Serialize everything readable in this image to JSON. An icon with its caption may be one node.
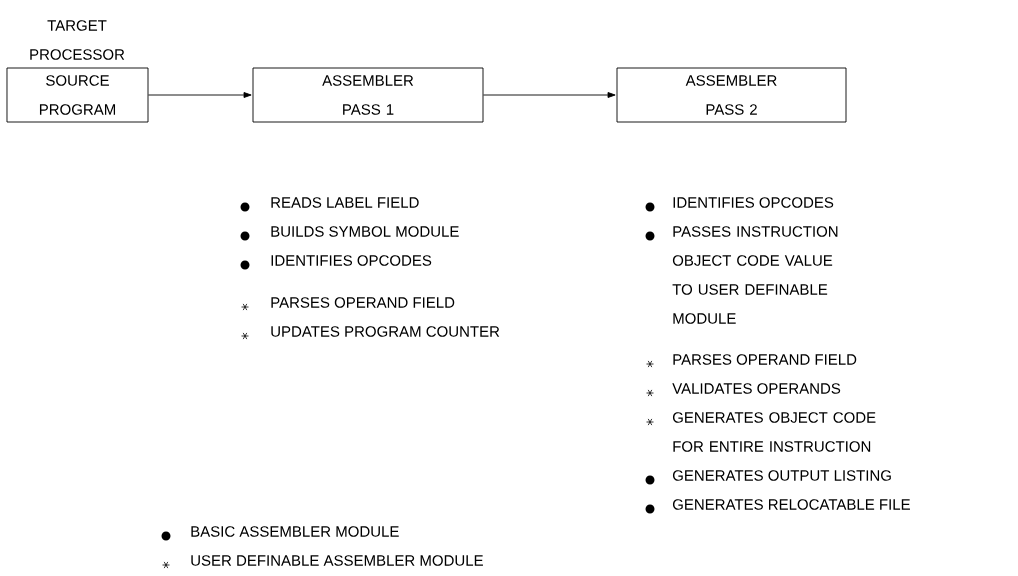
{
  "diagram": {
    "nodes": [
      {
        "text": [
          "TARGET PROCESSOR",
          "SOURCE PROGRAM"
        ]
      },
      {
        "text": [
          "ASSEMBLER PASS 1"
        ]
      },
      {
        "text": [
          "ASSEMBLER PASS 2"
        ]
      }
    ],
    "edges": [
      {
        "from": 0,
        "to": 1,
        "arrow": "to"
      },
      {
        "from": 1,
        "to": 2,
        "arrow": "to"
      }
    ],
    "labels": [
      "READS LABEL FIELD",
      "BUILDS SYMBOL MODULE",
      "IDENTIFIES OPCODES",
      "PARSES OPERAND FIELD",
      "UPDATES PROGRAM COUNTER",
      "IDENTIFIES OPCODES",
      "PASSES INSTRUCTION OBJECT CODE VALUE TO USER DEFINABLE MODULE",
      "PARSES OPERAND FIELD",
      "VALIDATES OPERANDS",
      "GENERATES OBJECT CODE FOR ENTIRE INSTRUCTION",
      "GENERATES OUTPUT LISTING",
      "GENERATES RELOCATABLE FILE"
    ],
    "legend": [
      {
        "text": "BASIC ASSEMBLER MODULE"
      },
      {
        "text": "USER DEFINABLE ASSEMBLER MODULE"
      }
    ]
  }
}
